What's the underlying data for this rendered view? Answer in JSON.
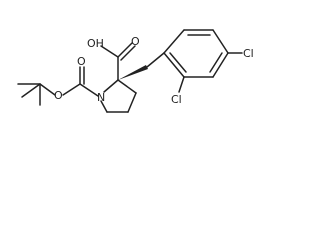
{
  "molecule": {
    "labels": {
      "carboxylic_acid": "OH",
      "acid_carbonyl_oxygen": "O",
      "boc_carbonyl_oxygen": "O",
      "boc_ester_oxygen": "O",
      "ring_nitrogen": "N",
      "chloro_para": "Cl",
      "chloro_ortho": "Cl"
    }
  }
}
